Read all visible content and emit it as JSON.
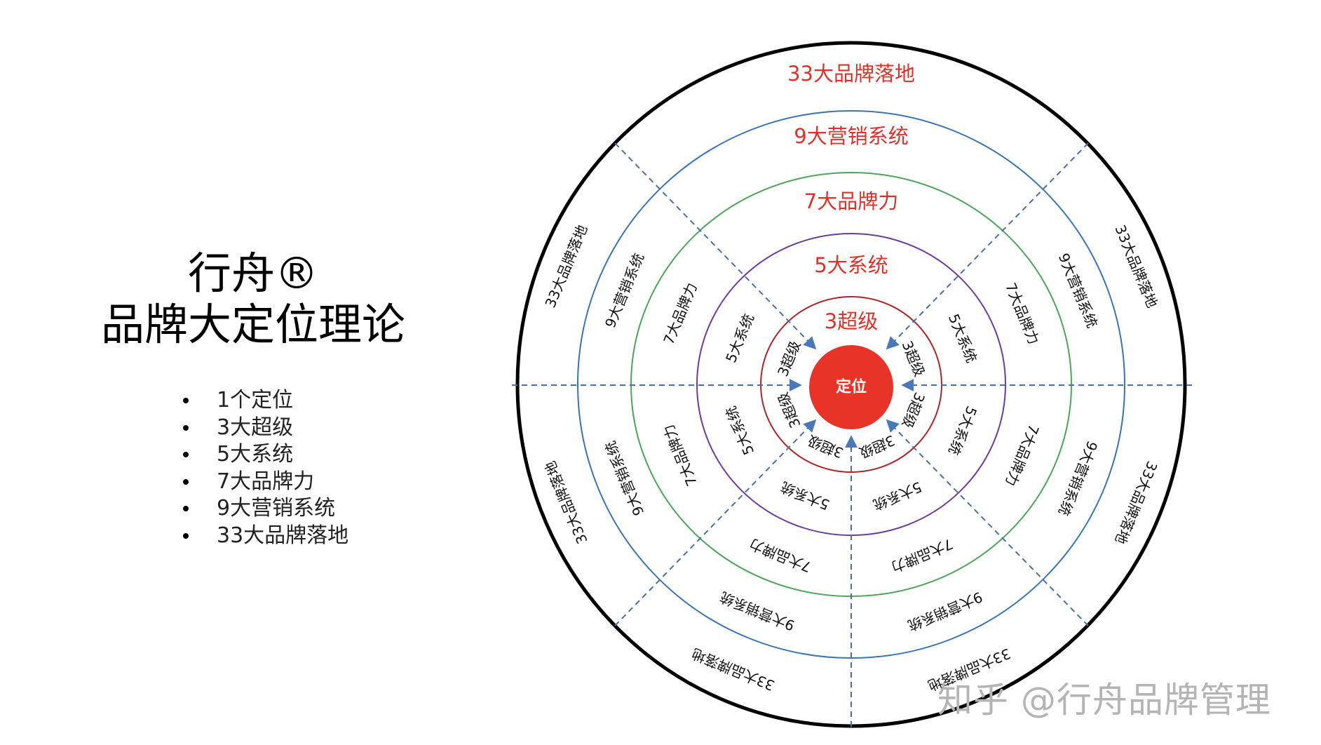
{
  "title": {
    "line1": "行舟®",
    "line2": "品牌大定位理论"
  },
  "list": [
    "1个定位",
    "3大超级",
    "5大系统",
    "7大品牌力",
    "9大营销系统",
    "33大品牌落地"
  ],
  "diagram": {
    "core": "定位",
    "rings": {
      "r3": "3超级",
      "r5": "5大系统",
      "r7": "7大品牌力",
      "r9": "9大营销系统",
      "r33": "33大品牌落地"
    },
    "colors": {
      "core": "#e83428",
      "ring3": "#a8282a",
      "ring5": "#6a3d9a",
      "ring7": "#4ea45a",
      "ring9": "#3a73b4",
      "outer": "#000000",
      "top_label": "#d9342b",
      "dashed": "#4a6fa5"
    }
  },
  "watermark": "知乎 @行舟品牌管理"
}
